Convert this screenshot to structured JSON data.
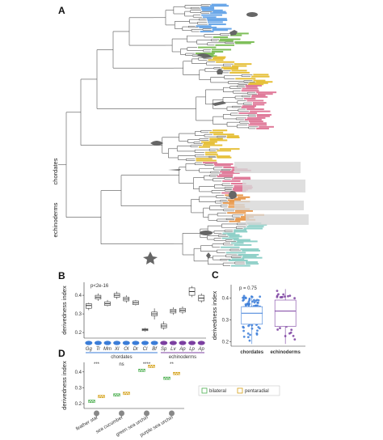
{
  "figure": {
    "panels": [
      "A",
      "B",
      "C",
      "D"
    ],
    "colors": {
      "chordates": "#3b7dd8",
      "echinoderms": "#7b3fa0",
      "bilateral": "#4caf50",
      "pentaradial": "#d4a017",
      "branch": "#555555"
    }
  },
  "panelA": {
    "clade_labels": [
      "chordates",
      "echinoderms"
    ],
    "silhouettes": [
      "fish-icon",
      "bird-icon",
      "lizard-icon",
      "frog-icon",
      "shark-icon",
      "lamprey-icon",
      "lancelet-icon",
      "sea-urchin-icon",
      "sea-cucumber-icon",
      "starfish-icon",
      "feather-star-icon"
    ]
  },
  "chart_data": [
    {
      "panel": "B",
      "type": "box",
      "ylabel": "derivedness index",
      "ytick_labels": [
        "0.2",
        "0.3",
        "0.4"
      ],
      "ylim": [
        0.17,
        0.47
      ],
      "annotation": "p<2e-16",
      "categories": [
        "Gg",
        "Tr",
        "Mm",
        "Xl",
        "Ol",
        "Dr",
        "Cl",
        "Bf",
        "Sp",
        "Lv",
        "Ap",
        "Lp",
        "Ap"
      ],
      "groups": [
        {
          "name": "chordates",
          "range": [
            0,
            7
          ]
        },
        {
          "name": "echinoderms",
          "range": [
            8,
            12
          ]
        }
      ],
      "boxes": [
        {
          "q1": 0.33,
          "median": 0.345,
          "q3": 0.355,
          "min": 0.32,
          "max": 0.36
        },
        {
          "q1": 0.38,
          "median": 0.39,
          "q3": 0.4,
          "min": 0.37,
          "max": 0.41
        },
        {
          "q1": 0.345,
          "median": 0.355,
          "q3": 0.365,
          "min": 0.34,
          "max": 0.375
        },
        {
          "q1": 0.39,
          "median": 0.4,
          "q3": 0.41,
          "min": 0.38,
          "max": 0.42
        },
        {
          "q1": 0.37,
          "median": 0.38,
          "q3": 0.39,
          "min": 0.36,
          "max": 0.4
        },
        {
          "q1": 0.35,
          "median": 0.36,
          "q3": 0.37,
          "min": 0.345,
          "max": 0.375
        },
        {
          "q1": 0.21,
          "median": 0.215,
          "q3": 0.22,
          "min": 0.205,
          "max": 0.225
        },
        {
          "q1": 0.29,
          "median": 0.3,
          "q3": 0.31,
          "min": 0.27,
          "max": 0.33
        },
        {
          "q1": 0.225,
          "median": 0.235,
          "q3": 0.245,
          "min": 0.215,
          "max": 0.26
        },
        {
          "q1": 0.305,
          "median": 0.315,
          "q3": 0.325,
          "min": 0.295,
          "max": 0.335
        },
        {
          "q1": 0.31,
          "median": 0.32,
          "q3": 0.33,
          "min": 0.3,
          "max": 0.34
        },
        {
          "q1": 0.4,
          "median": 0.42,
          "q3": 0.44,
          "min": 0.39,
          "max": 0.45
        },
        {
          "q1": 0.37,
          "median": 0.385,
          "q3": 0.4,
          "min": 0.36,
          "max": 0.41
        }
      ]
    },
    {
      "panel": "C",
      "type": "box",
      "ylabel": "derivedness index",
      "ytick_labels": [
        "0.2",
        "0.3",
        "0.4"
      ],
      "ylim": [
        0.18,
        0.46
      ],
      "annotation": "p = 0.75",
      "categories": [
        "chordates",
        "echinoderms"
      ],
      "boxes": [
        {
          "q1": 0.28,
          "median": 0.33,
          "q3": 0.36,
          "min": 0.19,
          "max": 0.41
        },
        {
          "q1": 0.27,
          "median": 0.34,
          "q3": 0.39,
          "min": 0.19,
          "max": 0.44
        }
      ]
    },
    {
      "panel": "D",
      "type": "box",
      "ylabel": "derivedness index",
      "ytick_labels": [
        "0.2",
        "0.3",
        "0.4"
      ],
      "ylim": [
        0.17,
        0.46
      ],
      "categories": [
        "feather star",
        "sea cucumber",
        "green sea urchin",
        "purple sea urchin"
      ],
      "significance": [
        "***",
        "ns",
        "****",
        "**"
      ],
      "series": [
        {
          "name": "bilateral",
          "values": [
            0.215,
            0.255,
            0.41,
            0.36
          ]
        },
        {
          "name": "pentaradial",
          "values": [
            0.245,
            0.265,
            0.435,
            0.39
          ]
        }
      ],
      "legend_position": "right"
    }
  ]
}
